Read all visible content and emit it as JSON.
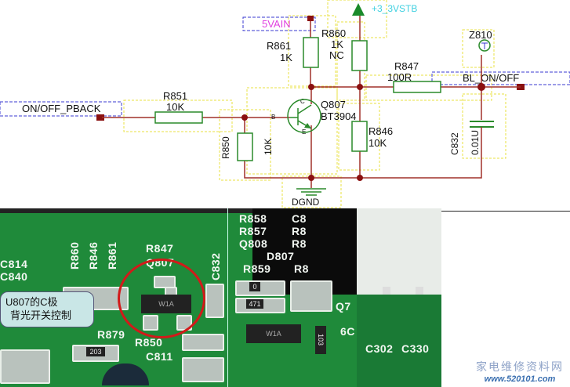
{
  "schematic": {
    "nets": {
      "vain": "5VAIN",
      "vstb": "+3_3VSTB",
      "input": "ON/OFF_PBACK",
      "output": "BL_ON/OFF",
      "ground": "DGND"
    },
    "components": {
      "r861": {
        "ref": "R861",
        "value": "1K"
      },
      "r860": {
        "ref": "R860",
        "value": "1K",
        "note": "NC"
      },
      "r847": {
        "ref": "R847",
        "value": "100R"
      },
      "r851": {
        "ref": "R851",
        "value": "10K"
      },
      "r850": {
        "ref": "R850",
        "value": "10K"
      },
      "r846": {
        "ref": "R846",
        "value": "10K"
      },
      "q807": {
        "ref": "Q807",
        "value": "BT3904",
        "pin_b": "B",
        "pin_c": "C",
        "pin_e": "E"
      },
      "c832": {
        "ref": "C832",
        "value": "0.01U"
      },
      "z810": {
        "ref": "Z810",
        "symbol": "T"
      }
    },
    "colors": {
      "wire": "#a0302a",
      "component": "#2a8a2a",
      "netbox": "#3a3ad0",
      "vain": "#e040e0",
      "vstb": "#40d0e0"
    }
  },
  "photo": {
    "silkscreen": [
      "R860",
      "R846",
      "R861",
      "R847",
      "Q807",
      "C832",
      "R858",
      "C8",
      "R857",
      "R8",
      "Q808",
      "R8",
      "D807",
      "R859",
      "R8",
      "C814",
      "C840",
      "R879",
      "R850",
      "C811",
      "C302",
      "C330",
      "Q7",
      "6C"
    ],
    "chip_marking": "W1A",
    "resistor_codes": [
      "0",
      "471",
      "103",
      "203"
    ],
    "callout": {
      "line1": "U807的C极",
      "line2": "背光开关控制"
    }
  },
  "watermark": {
    "line1": "家电维修资料网",
    "line2": "www.520101.com"
  }
}
